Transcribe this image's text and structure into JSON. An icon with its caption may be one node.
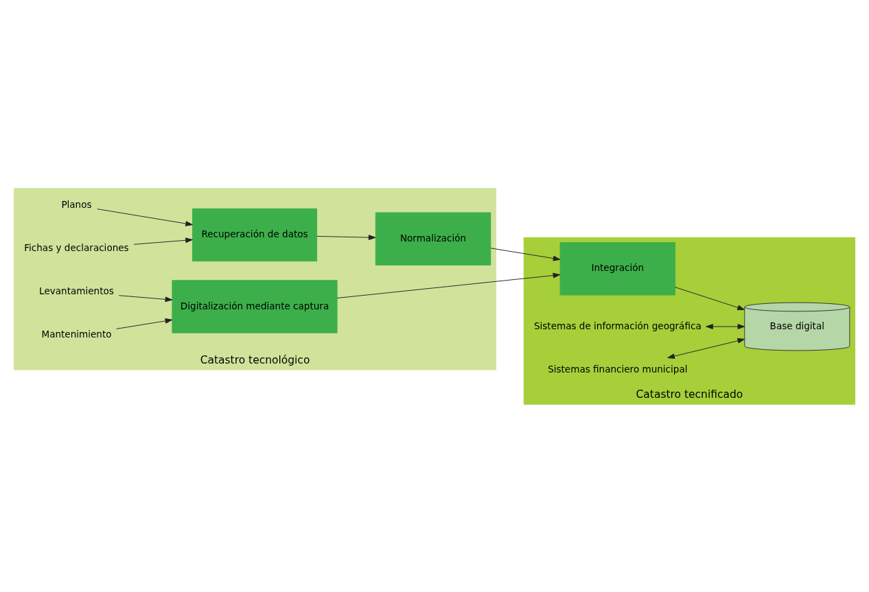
{
  "diagram": {
    "nodes": [
      {
        "text": [
          "Catastro tecnológico"
        ]
      },
      {
        "text": [
          "Recuperación de datos"
        ],
        "in": 0
      },
      {
        "text": [
          "Planos"
        ],
        "in": 0
      },
      {
        "text": [
          "Fichas y declaraciones"
        ],
        "in": 0
      },
      {
        "text": [
          "Normalización"
        ],
        "in": 0
      },
      {
        "text": [
          "Levantamientos"
        ],
        "in": 0
      },
      {
        "text": [
          "Digitalización mediante captura"
        ],
        "in": 0
      },
      {
        "text": [
          "Mantenimiento"
        ],
        "in": 0
      },
      {
        "text": [
          "Catastro tecnificado"
        ]
      },
      {
        "text": [
          "Integración"
        ],
        "in": 8
      },
      {
        "text": [
          "Sistemas de información geográfica"
        ],
        "in": 8
      },
      {
        "text": [
          "Base digital"
        ],
        "in": 8
      },
      {
        "text": [
          "Sistemas financiero municipal"
        ],
        "in": 8
      }
    ],
    "edges": [
      {
        "from": 2,
        "to": 1,
        "arrow": "to"
      },
      {
        "from": 3,
        "to": 1,
        "arrow": "to"
      },
      {
        "from": 1,
        "to": 4,
        "arrow": "to"
      },
      {
        "from": 4,
        "to": 9,
        "arrow": "to"
      },
      {
        "from": 5,
        "to": 6,
        "arrow": "to"
      },
      {
        "from": 7,
        "to": 6,
        "arrow": "to"
      },
      {
        "from": 6,
        "to": 9,
        "arrow": "to"
      },
      {
        "from": 9,
        "to": 11,
        "arrow": "to"
      },
      {
        "from": 10,
        "to": 11,
        "arrow": "both"
      },
      {
        "from": 12,
        "to": 11,
        "arrow": "both"
      }
    ]
  }
}
